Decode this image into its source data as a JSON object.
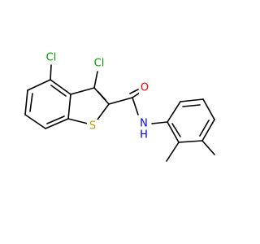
{
  "molecule": {
    "atoms": {
      "cl_left": {
        "text": "Cl",
        "color": "#00a000"
      },
      "cl_right": {
        "text": "Cl",
        "color": "#00a000"
      },
      "oxygen": {
        "text": "O",
        "color": "#ff0000"
      },
      "sulfur": {
        "text": "S",
        "color": "#b8a000"
      },
      "nh": {
        "text": "N",
        "color": "#0000ff",
        "hydrogen": "H"
      }
    }
  }
}
